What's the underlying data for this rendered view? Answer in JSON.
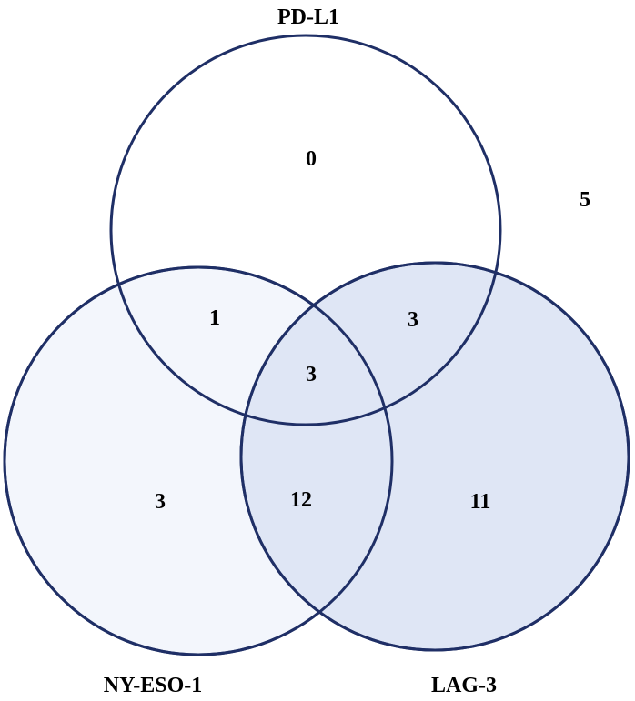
{
  "diagram": {
    "type": "venn-3",
    "sets": {
      "pd_l1": {
        "label": "PD-L1",
        "fill": "#ffffff",
        "stroke": "#1f2f66"
      },
      "ny_eso_1": {
        "label": "NY-ESO-1",
        "fill": "#f3f6fc",
        "stroke": "#1f2f66"
      },
      "lag_3": {
        "label": "LAG-3",
        "fill": "#dfe6f5",
        "stroke": "#1f2f66"
      }
    },
    "regions": {
      "pd_l1_only": "0",
      "pd_l1_ny_eso_1": "1",
      "pd_l1_lag_3": "3",
      "all_three": "3",
      "ny_eso_1_only": "3",
      "ny_eso_1_lag_3": "12",
      "lag_3_only": "11",
      "outside": "5"
    }
  }
}
